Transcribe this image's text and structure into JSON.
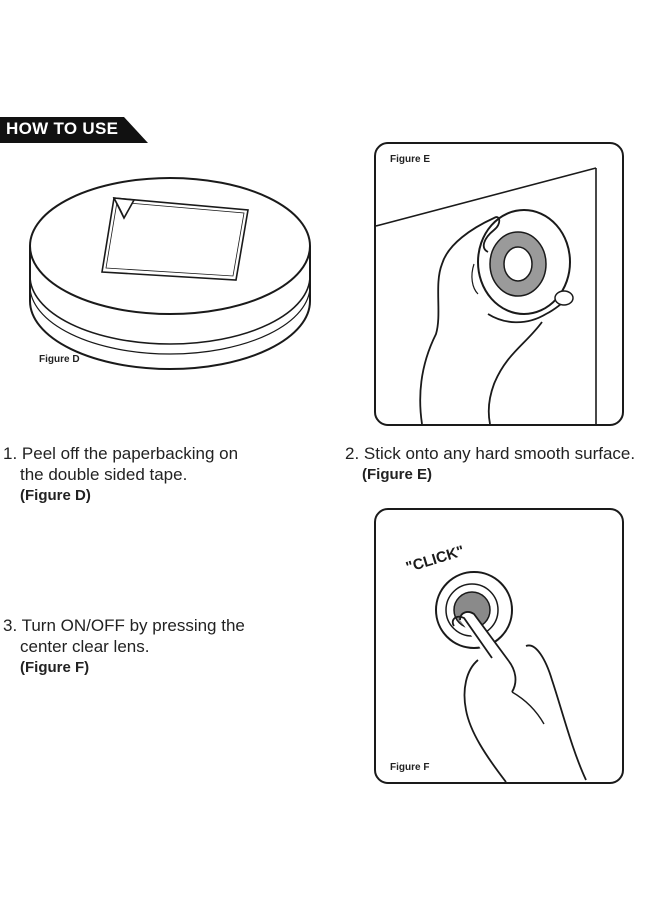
{
  "header": {
    "title": "HOW TO USE"
  },
  "figures": {
    "d": {
      "label": "Figure D"
    },
    "e": {
      "label": "Figure E"
    },
    "f": {
      "label": "Figure F",
      "click_text": "\"CLICK\""
    }
  },
  "steps": [
    {
      "lines": [
        "1. Peel off the paperbacking on",
        "the double sided tape."
      ],
      "ref": "(Figure D)"
    },
    {
      "lines": [
        "2. Stick onto any hard smooth surface."
      ],
      "ref": "(Figure E)"
    },
    {
      "lines": [
        "3. Turn ON/OFF by pressing the",
        "center clear lens."
      ],
      "ref": "(Figure F)"
    }
  ]
}
